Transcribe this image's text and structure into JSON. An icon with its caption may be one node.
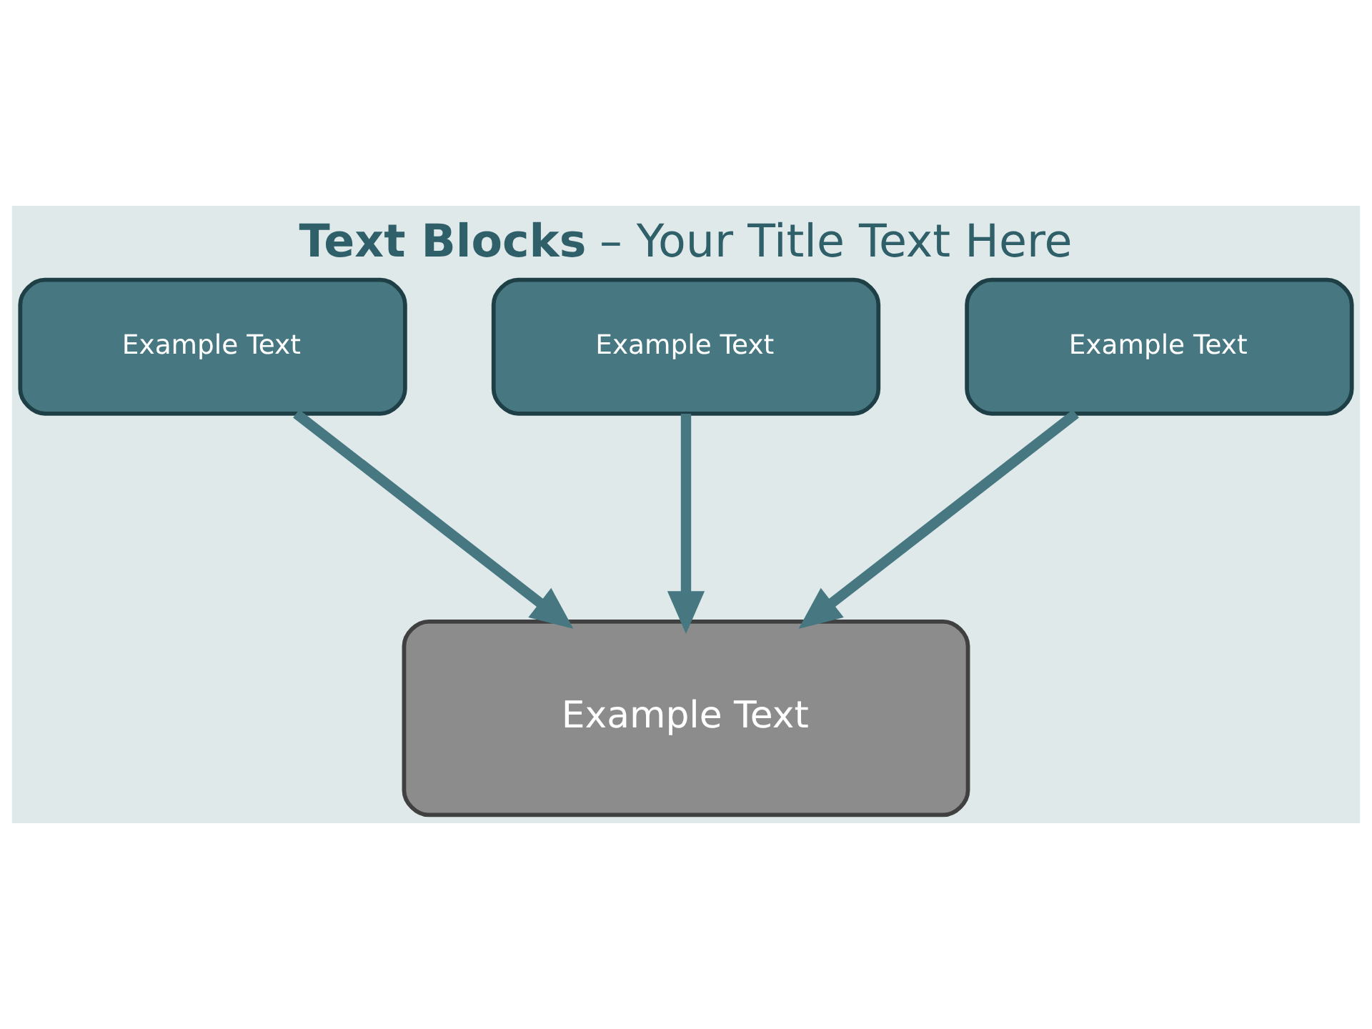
{
  "diagram": {
    "title": "**Text Blocks** – Your Title Text Here",
    "nodes": [
      {
        "text": [
          "Example Text"
        ]
      },
      {
        "text": [
          "Example Text"
        ]
      },
      {
        "text": [
          "Example Text"
        ]
      },
      {
        "text": [
          "Example Text"
        ]
      }
    ],
    "edges": [
      {
        "from": 0,
        "to": 3,
        "arrow": "to"
      },
      {
        "from": 1,
        "to": 3,
        "arrow": "to"
      },
      {
        "from": 2,
        "to": 3,
        "arrow": "to"
      }
    ]
  }
}
